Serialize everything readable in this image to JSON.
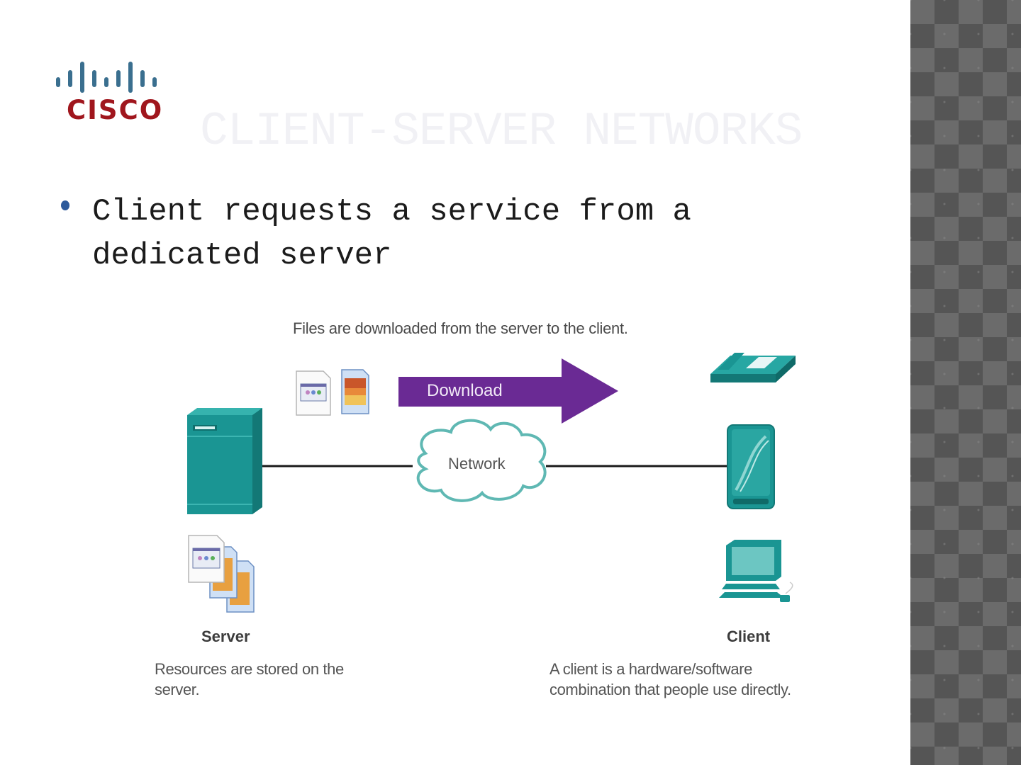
{
  "slide": {
    "logo_text": "CISCO",
    "title": "CLIENT-SERVER NETWORKS",
    "bullets": [
      {
        "text": "Client requests a service from a dedicated server"
      }
    ]
  },
  "diagram": {
    "caption": "Files are downloaded from the server to the client.",
    "arrow_label": "Download",
    "network_label": "Network",
    "server": {
      "label": "Server",
      "description": "Resources are stored on the server."
    },
    "client": {
      "label": "Client",
      "description": "A client is a hardware/software combination that people use directly."
    },
    "icons": [
      "server-tower-icon",
      "document-icon",
      "image-file-icon",
      "cloud-icon",
      "desk-phone-icon",
      "pda-icon",
      "desktop-computer-icon",
      "stacked-files-icon"
    ],
    "colors": {
      "device_teal": "#1a9593",
      "arrow_purple": "#6a2a94",
      "logo_blue": "#3a6f8f",
      "logo_red": "#a0161d",
      "sidebar_dark": "#555555",
      "sidebar_light": "#6b6b6b"
    }
  }
}
